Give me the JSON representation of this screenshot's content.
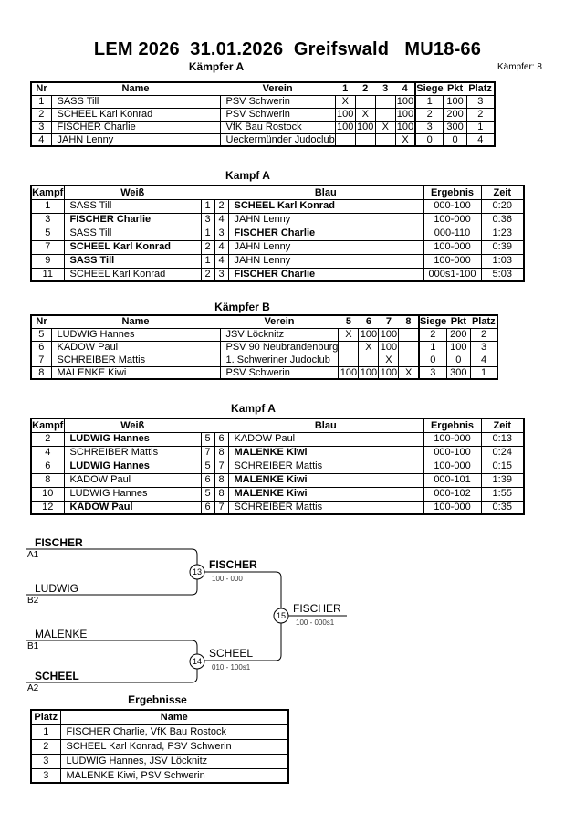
{
  "page": {
    "title": "LEM 2026  31.01.2026  Greifswald   MU18-66",
    "fighters_label": "Kämpfer: 8"
  },
  "pool_a": {
    "heading": "Kämpfer A",
    "headers": [
      "Nr",
      "Name",
      "Verein",
      "1",
      "2",
      "3",
      "4",
      "Siege",
      "Pkt",
      "Platz"
    ],
    "rows": [
      [
        "1",
        "SASS Till",
        "PSV Schwerin",
        "X",
        "",
        "",
        "100",
        "1",
        "100",
        "3"
      ],
      [
        "2",
        "SCHEEL Karl Konrad",
        "PSV Schwerin",
        "100",
        "X",
        "",
        "100",
        "2",
        "200",
        "2"
      ],
      [
        "3",
        "FISCHER Charlie",
        "VfK Bau Rostock",
        "100",
        "100",
        "X",
        "100",
        "3",
        "300",
        "1"
      ],
      [
        "4",
        "JAHN Lenny",
        "Ueckermünder Judoclub",
        "",
        "",
        "",
        "X",
        "0",
        "0",
        "4"
      ]
    ]
  },
  "fights_a": {
    "heading": "Kampf A",
    "headers": [
      "Kampf",
      "Weiß",
      "",
      "",
      "Blau",
      "Ergebnis",
      "Zeit"
    ],
    "rows": [
      [
        "1",
        "SASS Till",
        "1",
        "2",
        {
          "t": "SCHEEL Karl Konrad",
          "b": true
        },
        "000-100",
        "0:20"
      ],
      [
        "3",
        {
          "t": "FISCHER Charlie",
          "b": true
        },
        "3",
        "4",
        "JAHN Lenny",
        "100-000",
        "0:36"
      ],
      [
        "5",
        "SASS Till",
        "1",
        "3",
        {
          "t": "FISCHER Charlie",
          "b": true
        },
        "000-110",
        "1:23"
      ],
      [
        "7",
        {
          "t": "SCHEEL Karl Konrad",
          "b": true
        },
        "2",
        "4",
        "JAHN Lenny",
        "100-000",
        "0:39"
      ],
      [
        "9",
        {
          "t": "SASS Till",
          "b": true
        },
        "1",
        "4",
        "JAHN Lenny",
        "100-000",
        "1:03"
      ],
      [
        "11",
        "SCHEEL Karl Konrad",
        "2",
        "3",
        {
          "t": "FISCHER Charlie",
          "b": true
        },
        "000s1-100",
        "5:03"
      ]
    ]
  },
  "pool_b": {
    "heading": "Kämpfer B",
    "headers": [
      "Nr",
      "Name",
      "Verein",
      "5",
      "6",
      "7",
      "8",
      "Siege",
      "Pkt",
      "Platz"
    ],
    "rows": [
      [
        "5",
        "LUDWIG Hannes",
        "JSV Löcknitz",
        "X",
        "100",
        "100",
        "",
        "2",
        "200",
        "2"
      ],
      [
        "6",
        "KADOW Paul",
        "PSV 90 Neubrandenburg",
        "",
        "X",
        "100",
        "",
        "1",
        "100",
        "3"
      ],
      [
        "7",
        "SCHREIBER Mattis",
        "1. Schweriner Judoclub",
        "",
        "",
        "X",
        "",
        "0",
        "0",
        "4"
      ],
      [
        "8",
        "MALENKE Kiwi",
        "PSV Schwerin",
        "100",
        "100",
        "100",
        "X",
        "3",
        "300",
        "1"
      ]
    ]
  },
  "fights_b": {
    "heading": "Kampf A",
    "headers": [
      "Kampf",
      "Weiß",
      "",
      "",
      "Blau",
      "Ergebnis",
      "Zeit"
    ],
    "rows": [
      [
        "2",
        {
          "t": "LUDWIG Hannes",
          "b": true
        },
        "5",
        "6",
        "KADOW Paul",
        "100-000",
        "0:13"
      ],
      [
        "4",
        "SCHREIBER Mattis",
        "7",
        "8",
        {
          "t": "MALENKE Kiwi",
          "b": true
        },
        "000-100",
        "0:24"
      ],
      [
        "6",
        {
          "t": "LUDWIG Hannes",
          "b": true
        },
        "5",
        "7",
        "SCHREIBER Mattis",
        "100-000",
        "0:15"
      ],
      [
        "8",
        "KADOW Paul",
        "6",
        "8",
        {
          "t": "MALENKE Kiwi",
          "b": true
        },
        "000-101",
        "1:39"
      ],
      [
        "10",
        "LUDWIG Hannes",
        "5",
        "8",
        {
          "t": "MALENKE Kiwi",
          "b": true
        },
        "000-102",
        "1:55"
      ],
      [
        "12",
        {
          "t": "KADOW Paul",
          "b": true
        },
        "6",
        "7",
        "SCHREIBER Mattis",
        "100-000",
        "0:35"
      ]
    ]
  },
  "bracket": {
    "slots": [
      {
        "name": "FISCHER",
        "seed": "A1"
      },
      {
        "name": "LUDWIG",
        "seed": "B2"
      },
      {
        "name": "MALENKE",
        "seed": "B1"
      },
      {
        "name": "SCHEEL",
        "seed": "A2"
      }
    ],
    "matches": [
      {
        "nr": "13",
        "winner": "FISCHER",
        "score": "100 - 000"
      },
      {
        "nr": "14",
        "winner": "SCHEEL",
        "score": "010 - 100s1"
      },
      {
        "nr": "15",
        "winner": "FISCHER",
        "score": "100 - 000s1"
      }
    ]
  },
  "results": {
    "heading": "Ergebnisse",
    "headers": [
      "Platz",
      "Name"
    ],
    "rows": [
      [
        "1",
        "FISCHER Charlie, VfK Bau Rostock"
      ],
      [
        "2",
        "SCHEEL Karl Konrad, PSV Schwerin"
      ],
      [
        "3",
        "LUDWIG Hannes, JSV Löcknitz"
      ],
      [
        "3",
        "MALENKE Kiwi, PSV Schwerin"
      ]
    ]
  }
}
